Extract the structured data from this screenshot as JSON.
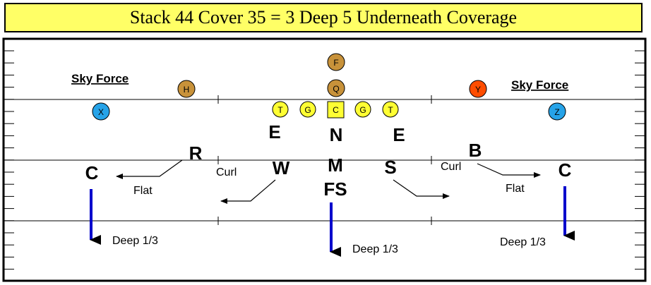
{
  "title": "Stack 44 Cover 35 = 3 Deep 5 Underneath Coverage",
  "colors": {
    "title_bg": "#ffff66",
    "lineman": "#ffff33",
    "back": "#c8923a",
    "y_receiver": "#ff4d00",
    "wide_receiver": "#26a3e8",
    "deep_arrow": "#0000cc"
  },
  "labels": {
    "sky_force_left": "Sky Force",
    "sky_force_right": "Sky Force"
  },
  "offense": [
    {
      "id": "F",
      "label": "F",
      "kind": "back"
    },
    {
      "id": "Q",
      "label": "Q",
      "kind": "back"
    },
    {
      "id": "H",
      "label": "H",
      "kind": "back"
    },
    {
      "id": "Y",
      "label": "Y",
      "kind": "y_receiver"
    },
    {
      "id": "X",
      "label": "X",
      "kind": "wide_receiver"
    },
    {
      "id": "Z",
      "label": "Z",
      "kind": "wide_receiver"
    },
    {
      "id": "T1",
      "label": "T",
      "kind": "lineman"
    },
    {
      "id": "G1",
      "label": "G",
      "kind": "lineman"
    },
    {
      "id": "C",
      "label": "C",
      "kind": "center"
    },
    {
      "id": "G2",
      "label": "G",
      "kind": "lineman"
    },
    {
      "id": "T2",
      "label": "T",
      "kind": "lineman"
    }
  ],
  "defense": [
    {
      "id": "E1",
      "label": "E"
    },
    {
      "id": "N",
      "label": "N"
    },
    {
      "id": "E2",
      "label": "E"
    },
    {
      "id": "R",
      "label": "R"
    },
    {
      "id": "B",
      "label": "B"
    },
    {
      "id": "W",
      "label": "W"
    },
    {
      "id": "M",
      "label": "M"
    },
    {
      "id": "S",
      "label": "S"
    },
    {
      "id": "FS",
      "label": "FS"
    },
    {
      "id": "C_left",
      "label": "C"
    },
    {
      "id": "C_right",
      "label": "C"
    }
  ],
  "zones": {
    "flat_left": "Flat",
    "curl_left": "Curl",
    "curl_right": "Curl",
    "flat_right": "Flat",
    "deep_left": "Deep 1/3",
    "deep_middle": "Deep 1/3",
    "deep_right": "Deep 1/3"
  }
}
